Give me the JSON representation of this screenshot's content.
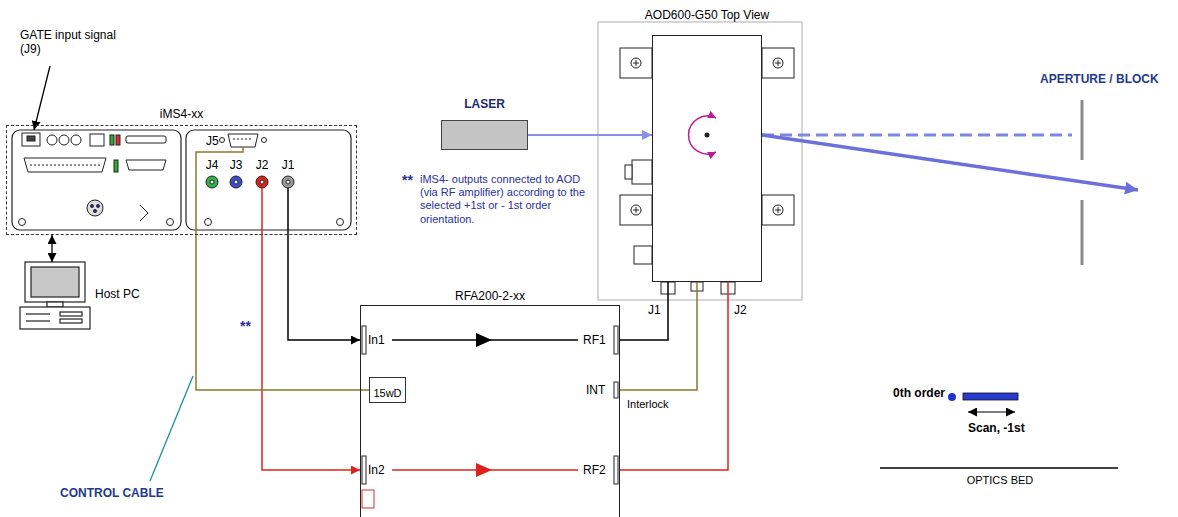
{
  "diagram": {
    "nodes": [
      {
        "text": [
          "iMS4-xx"
        ]
      },
      {
        "text": [
          "Host PC"
        ]
      },
      {
        "text": [
          "RFA200-2-xx"
        ]
      },
      {
        "text": [
          "15wD"
        ],
        "in": 2
      },
      {
        "text": [
          "AOD600-G50 Top View"
        ]
      },
      {
        "text": [
          "LASER"
        ]
      }
    ],
    "edges": [
      {
        "from": 0,
        "to": 1,
        "arrow": "both"
      },
      {
        "from": 0,
        "to": 2,
        "arrow": "to"
      },
      {
        "from": 0,
        "to": 2,
        "arrow": "to"
      },
      {
        "from": 0,
        "to": 3,
        "arrow": "none"
      },
      {
        "from": 2,
        "to": 4,
        "arrow": "none"
      },
      {
        "from": 2,
        "to": 4,
        "arrow": "none"
      },
      {
        "from": 2,
        "to": 4,
        "arrow": "none"
      },
      {
        "from": 5,
        "to": 4,
        "arrow": "to"
      }
    ],
    "labels": [
      "GATE input signal (J9)",
      "J5",
      "J4",
      "J3",
      "J2",
      "J1",
      "**",
      "iMS4- outputs connected to AOD (via RF amplifier) according to the selected +1st or - 1st order orientation.",
      "**",
      "CONTROL CABLE",
      "In1",
      "RF1",
      "INT",
      "Interlock",
      "In2",
      "RF2",
      "J1",
      "J2",
      "APERTURE / BLOCK",
      "0th order",
      "Scan, -1st",
      "OPTICS BED"
    ]
  }
}
